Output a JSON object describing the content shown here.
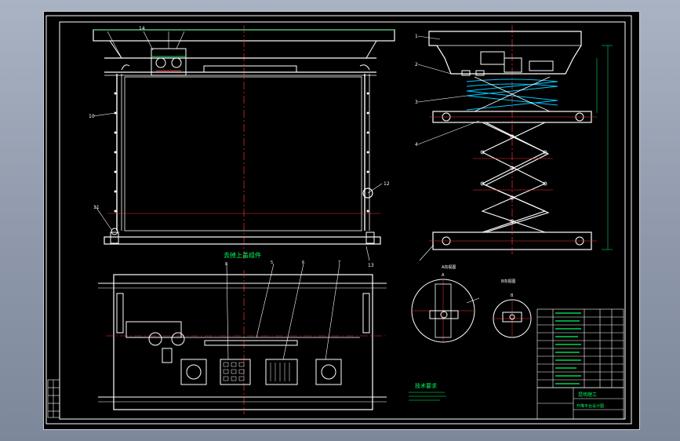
{
  "drawing": {
    "annotation_cn": "去掉上盖组件",
    "view_labels": {
      "section_a": "A",
      "section_b": "B",
      "view_a": "A向视图",
      "view_b": "B向视图"
    },
    "front_leaders": [
      "10",
      "11",
      "12",
      "13",
      "14"
    ],
    "left_leaders": [
      "1",
      "2",
      "3",
      "4"
    ],
    "plan_leaders": [
      "5",
      "6",
      "7",
      "8"
    ],
    "notes_title": "技术要求",
    "title_block": {
      "company": "昆明理工",
      "drawing_title": "升降平台设计图"
    }
  },
  "colors": {
    "background": "#000000",
    "primary_line": "#ffffff",
    "center_line": "#ff3030",
    "hidden_line": "#ff3030",
    "dimension": "#00e060",
    "spring": "#00c8ff",
    "annotation": "#00ff60"
  }
}
